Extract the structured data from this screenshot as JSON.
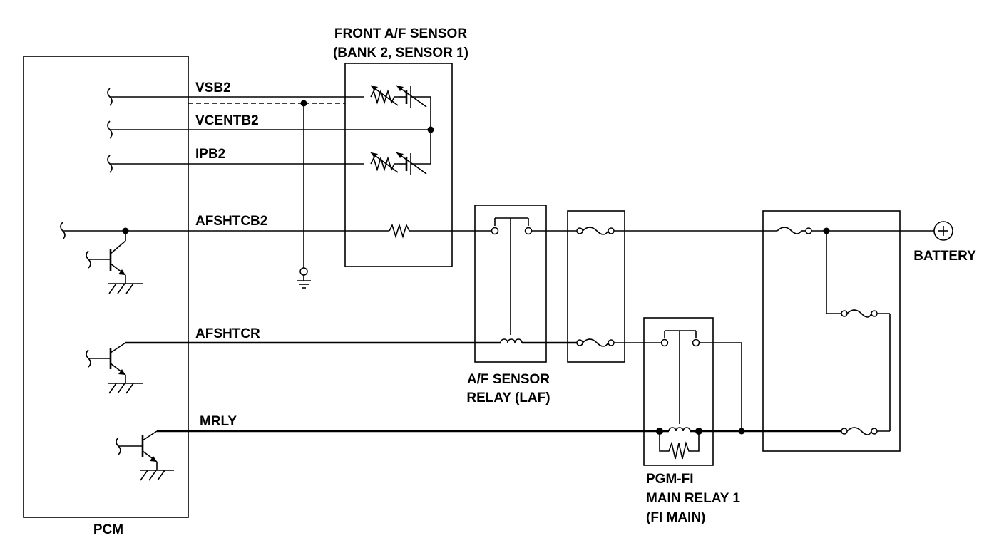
{
  "components": {
    "pcm": "PCM",
    "front_af_sensor": [
      "FRONT A/F SENSOR",
      "(BANK 2, SENSOR 1)"
    ],
    "af_sensor_relay": [
      "A/F SENSOR",
      "RELAY (LAF)"
    ],
    "main_relay": [
      "PGM-FI",
      "MAIN RELAY 1",
      "(FI MAIN)"
    ],
    "battery": "BATTERY"
  },
  "signals": {
    "vsb2": "VSB2",
    "vcentb2": "VCENTB2",
    "ipb2": "IPB2",
    "afshtcb2": "AFSHTCB2",
    "afshtcr": "AFSHTCR",
    "mrly": "MRLY"
  }
}
